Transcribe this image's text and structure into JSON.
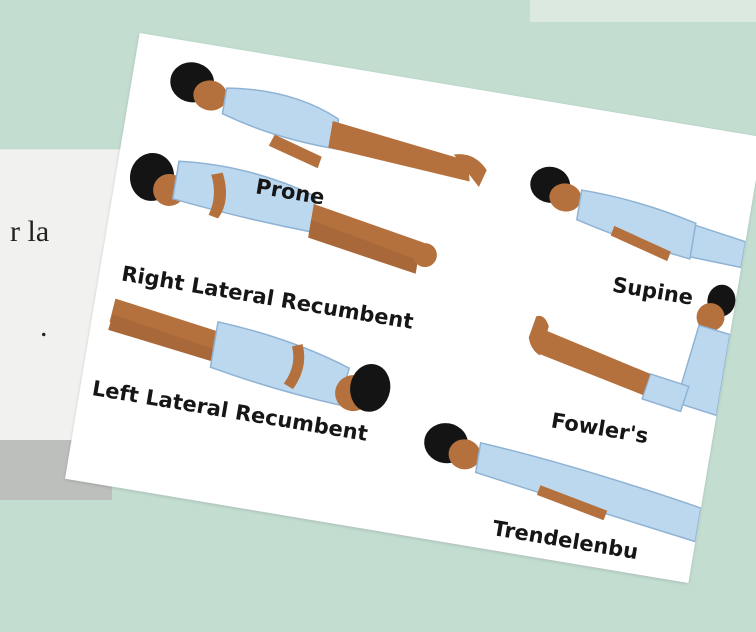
{
  "background_text": {
    "line1": "r la",
    "line2": "."
  },
  "positions": {
    "prone": "Prone",
    "supine": "Supine",
    "right_lateral": "Right Lateral Recumbent",
    "fowlers": "Fowler's",
    "left_lateral": "Left Lateral Recumbent",
    "trendelenburg": "Trendelenbu"
  },
  "colors": {
    "background": "#c3ddd1",
    "gown": "#bcd8ef",
    "skin": "#b5713d",
    "hair": "#141414"
  }
}
